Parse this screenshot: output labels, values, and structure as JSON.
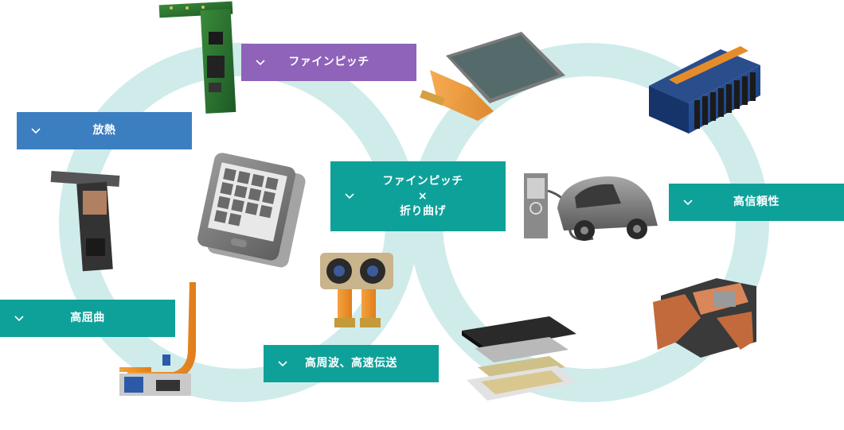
{
  "labels": {
    "fine_pitch": "ファインピッチ",
    "heat_dissipation": "放熱",
    "center_line1": "ファインピッチ",
    "center_line2": "×",
    "center_line3": "折り曲げ",
    "high_reliability": "高信頼性",
    "high_flex": "高屈曲",
    "high_frequency": "高周波、高速伝送"
  },
  "colors": {
    "ring": "#cfeceb",
    "purple": "#8e63b9",
    "blue": "#3b7fc0",
    "teal": "#0ea19a"
  },
  "icons": [
    "chevron-down-icon"
  ]
}
